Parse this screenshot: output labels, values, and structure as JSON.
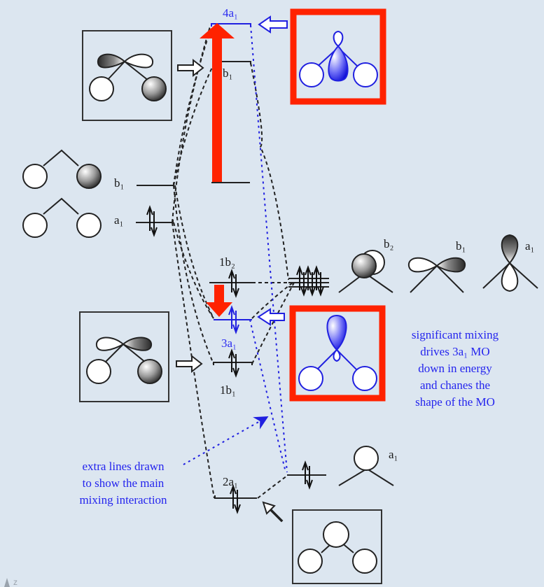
{
  "title": "Water MO diagram showing 3a1 / 4a1 mixing",
  "levels": {
    "4a1": {
      "label": "4a₁",
      "color": "#2020e0"
    },
    "b1_top": {
      "label": "b₁"
    },
    "1b2": {
      "label": "1b₂"
    },
    "3a1": {
      "label": "3a₁",
      "color": "#2020e0"
    },
    "1b1": {
      "label": "1b₁"
    },
    "2a1": {
      "label": "2a₁"
    }
  },
  "left_fragment": {
    "b1": {
      "label": "b₁"
    },
    "a1": {
      "label": "a₁"
    }
  },
  "right_fragment": {
    "orbital_labels": [
      "b₂",
      "b₁",
      "a₁"
    ],
    "low_a1": {
      "label": "a₁"
    }
  },
  "notes": {
    "mixing": [
      "significant mixing",
      "drives 3a₁ MO",
      "down in energy",
      "and chanes the",
      "shape of the MO"
    ],
    "extra_lines": [
      "extra lines drawn",
      "to show the main",
      "mixing interaction"
    ]
  },
  "axis_label": "z",
  "colors": {
    "highlight": "#ff2200",
    "mixing_blue": "#2020e0",
    "background": "#dce6f0"
  }
}
